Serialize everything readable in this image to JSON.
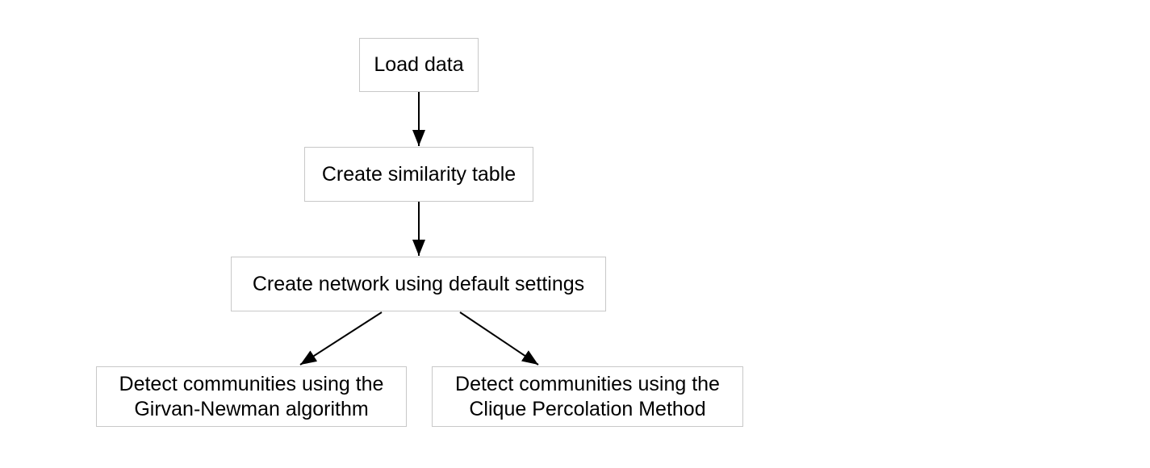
{
  "diagram": {
    "type": "flowchart",
    "background_color": "#ffffff",
    "node_fill_color": "#ffffff",
    "node_border_color": "#c8c8c8",
    "text_color": "#000000",
    "arrow_color": "#000000",
    "nodes": {
      "load_data": {
        "label": "Load data"
      },
      "similarity_table": {
        "label": "Create similarity table"
      },
      "create_network": {
        "label": "Create network using default settings"
      },
      "girvan_newman": {
        "label": "Detect communities using the Girvan-Newman algorithm"
      },
      "clique_percolation": {
        "label": "Detect communities using the Clique Percolation Method"
      }
    },
    "edges": [
      {
        "from": "load_data",
        "to": "similarity_table"
      },
      {
        "from": "similarity_table",
        "to": "create_network"
      },
      {
        "from": "create_network",
        "to": "girvan_newman"
      },
      {
        "from": "create_network",
        "to": "clique_percolation"
      }
    ]
  }
}
